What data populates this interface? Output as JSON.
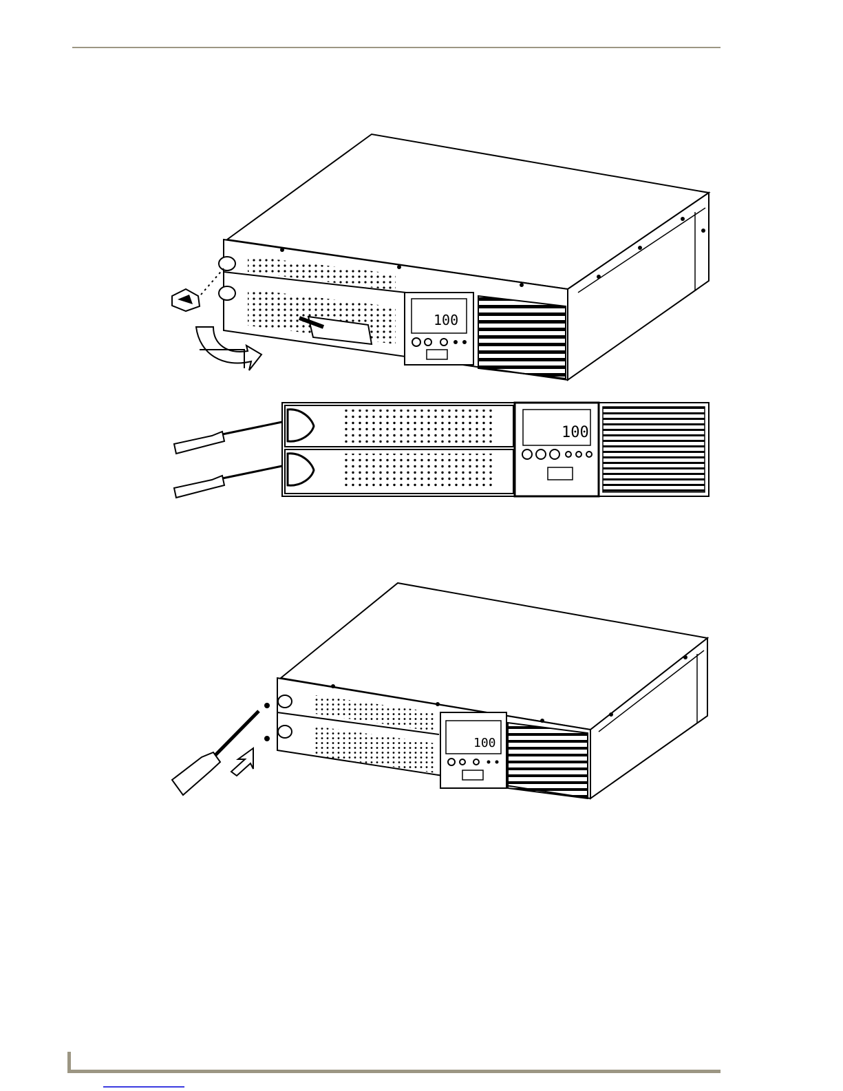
{
  "figures": {
    "fig1": {
      "lcd_reading": "100"
    },
    "fig2": {
      "lcd_reading": "100"
    },
    "fig3": {
      "lcd_reading": "100"
    }
  },
  "icons": [
    "ups-unit-illustration",
    "screwdriver-icon",
    "rotate-arrow-icon",
    "pull-arrow-icon"
  ]
}
